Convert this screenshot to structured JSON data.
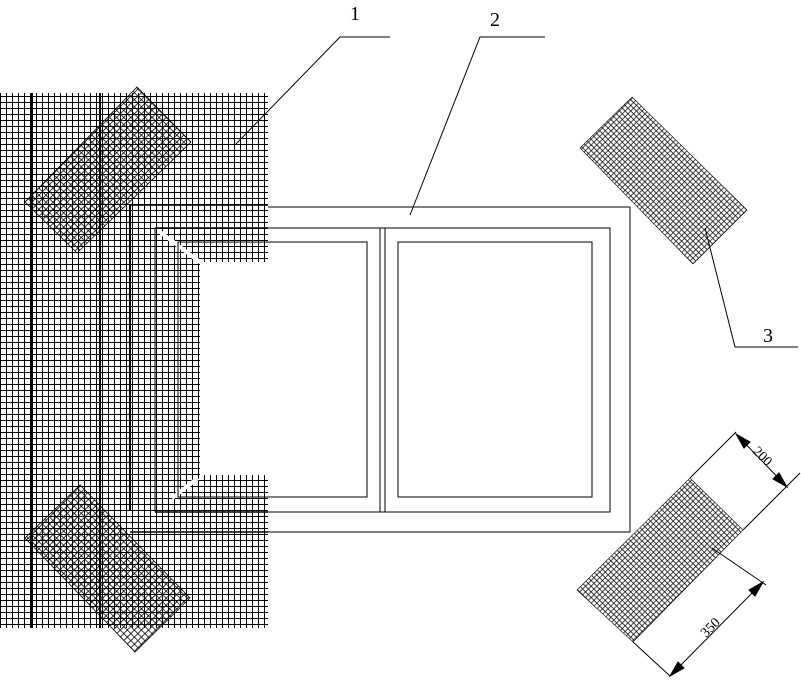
{
  "labels": {
    "part1": "1",
    "part2": "2",
    "part3": "3"
  },
  "dimensions": {
    "width": "200",
    "length": "350"
  },
  "colors": {
    "line": "#000000",
    "background": "#ffffff"
  }
}
